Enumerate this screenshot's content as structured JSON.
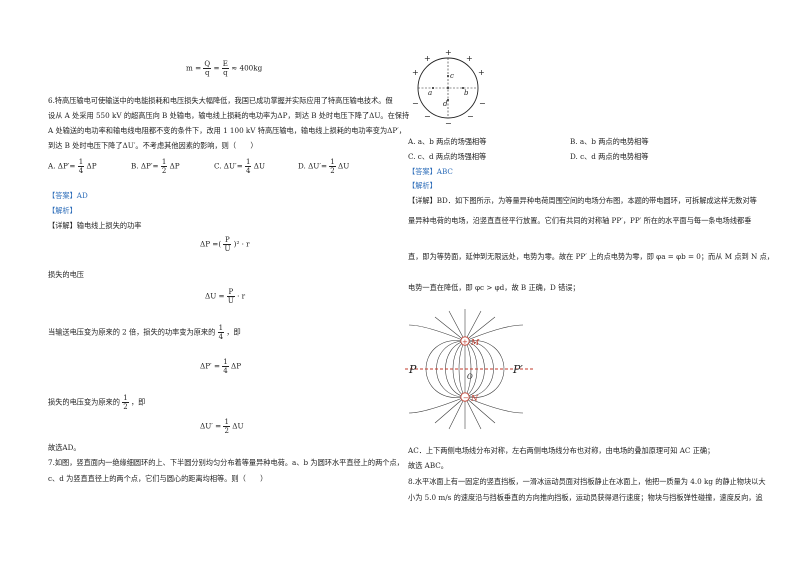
{
  "left": {
    "eq_mass": {
      "m": "m =",
      "num1": "Q",
      "den1": "q",
      "eq": "=",
      "num2": "E",
      "den2": "q",
      "approx": "≈ 400kg"
    },
    "q6_line1": "6.特高压输电可使输送中的电能损耗和电压损失大幅降低，我国已成功掌握并实际应用了特高压输电技术。假",
    "q6_line2": "设从 A 处采用 550 kV 的超高压向 B 处输电，输电线上损耗的电功率为ΔP，到达 B 处时电压下降了ΔU。在保持",
    "q6_line3": "A 处输送的电功率和输电线电阻都不变的条件下，改用 1 100 kV 特高压输电，输电线上损耗的电功率变为ΔP′，",
    "q6_line4": "到达 B 处时电压下降了ΔU′。不考虑其他因素的影响，则（　　）",
    "options": [
      {
        "label": "A. ΔP′=",
        "num": "1",
        "den": "4",
        "tail": "ΔP"
      },
      {
        "label": "B. ΔP′=",
        "num": "1",
        "den": "2",
        "tail": "ΔP"
      },
      {
        "label": "C. ΔU′=",
        "num": "1",
        "den": "4",
        "tail": "ΔU"
      },
      {
        "label": "D. ΔU′=",
        "num": "1",
        "den": "2",
        "tail": "ΔU"
      }
    ],
    "answer": "【答案】AD",
    "analysis": "【解析】",
    "detail": "【详解】输电线上损失的功率",
    "eq1": {
      "lhs": "ΔP =(",
      "num": "P",
      "den": "U",
      "rhs": ")² · r"
    },
    "loss_voltage": "损失的电压",
    "eq2": {
      "lhs": "ΔU =",
      "num": "P",
      "den": "U",
      "rhs": "· r"
    },
    "when_line": "当输送电压变为原来的 2 倍，损失的功率变为原来的",
    "when_frac": {
      "num": "1",
      "den": "4"
    },
    "when_tail": "，即",
    "eq3": {
      "lhs": "ΔP′ =",
      "num": "1",
      "den": "4",
      "rhs": "ΔP"
    },
    "loss_line": "损失的电压变为原来的",
    "loss_frac": {
      "num": "1",
      "den": "2"
    },
    "loss_tail": "，即",
    "eq4": {
      "lhs": "ΔU′ =",
      "num": "1",
      "den": "2",
      "rhs": "ΔU"
    },
    "conclusion": "故选AD。",
    "q7_line1": "7.如图，竖直面内一绝缘细圆环的上、下半圆分别均匀分布着等量异种电荷。a、b 为圆环水平直径上的两个点，",
    "q7_line2": "c、d 为竖直直径上的两个点，它们与圆心的距离均相等。则（　　）"
  },
  "right": {
    "ring_labels": {
      "a": "a",
      "b": "b",
      "c": "c",
      "d": "d",
      "plus": "+",
      "minus": "−"
    },
    "options": [
      {
        "text": "A. a、b 两点的场强相等"
      },
      {
        "text": "B. a、b 两点的电势相等"
      },
      {
        "text": "C. c、d 两点的场强相等"
      },
      {
        "text": "D. c、d 两点的电势相等"
      }
    ],
    "answer": "【答案】ABC",
    "analysis": "【解析】",
    "d1": "【详解】BD．如下图所示，为等量异种电荷周围空间的电场分布图，本题的带电圆环，可拆解成这样无数对等",
    "d2": "量异种电荷的电场，沿竖直直径平行放置。它们有共同的对称轴 PP′，PP′ 所在的水平面与每一条电场线都垂",
    "d3": "直，即为等势面，延伸到无限远处，电势为零。故在 PP′ 上的点电势为零，即 φa = φb = 0；而从 M 点到 N 点，",
    "d4": "电势一直在降低，即 φc > φd，故 B 正确，D 错误；",
    "fig_labels": {
      "P": "P",
      "Pp": "P′",
      "M": "M",
      "N": "N",
      "O": "O"
    },
    "c1": "AC．上下两侧电场线分布对称，左右两侧电场线分布也对称，由电场的叠加原理可知 AC 正确；",
    "c2": "故选 ABC。",
    "q8_1": "8.水平冰面上有一固定的竖直挡板，一滑冰运动员面对挡板静止在冰面上，他把一质量为 4.0 kg 的静止物块以大",
    "q8_2": "小为 5.0 m/s 的速度沿与挡板垂直的方向推向挡板，运动员获得退行速度；物块与挡板弹性碰撞，速度反向，追"
  },
  "colors": {
    "accent": "#2a6bb8",
    "charge": "#c0392b",
    "dashed": "#c0392b"
  }
}
